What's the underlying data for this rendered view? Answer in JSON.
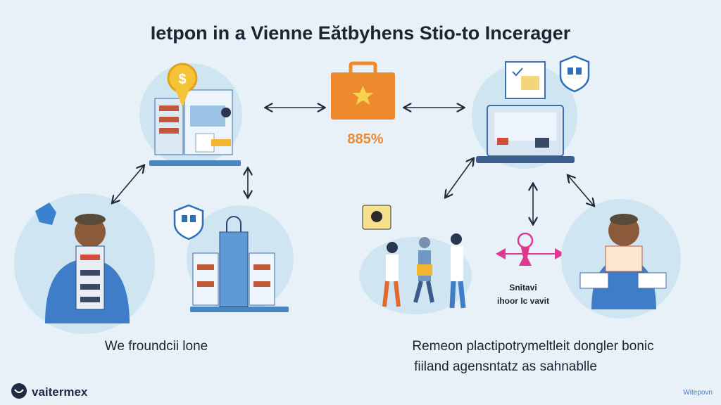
{
  "title": "Ietpon in a Vienne Eătbyhens Stio-to Incerager",
  "center_badge": {
    "value": "885%",
    "icon": "briefcase-star-icon"
  },
  "side_label": {
    "line1": "Snitavi",
    "line2": "ihoor Ic vavit"
  },
  "captions": {
    "left": "We froundcii lone",
    "right_line1": "Remeon plactipotrymeltleit dongler bonic",
    "right_line2": "fiiland agensntatz as sahnablle"
  },
  "footer": {
    "logo_text": "vaitermex",
    "right_text": "Witepovn"
  },
  "colors": {
    "background": "#e9f1f8",
    "circle": "#cfe5f1",
    "accent_orange": "#ee8a2e",
    "accent_pink": "#e0388f",
    "accent_blue": "#2f6fb7"
  }
}
